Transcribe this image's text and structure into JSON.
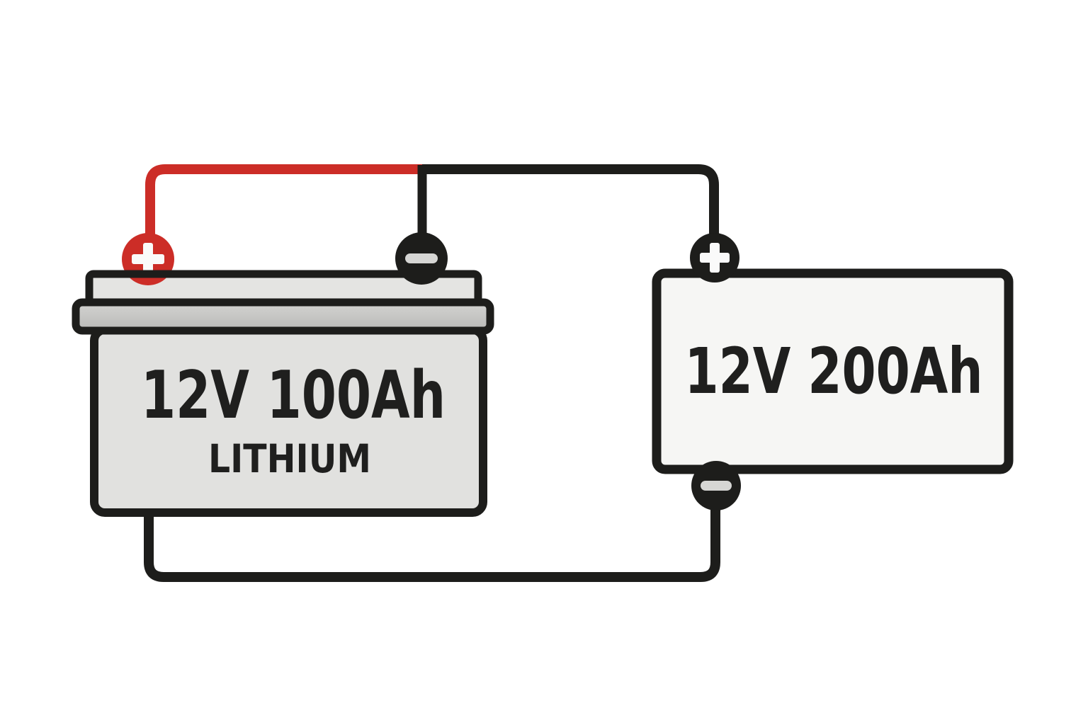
{
  "left_battery": {
    "capacity_label": "12V 100Ah",
    "chemistry_label": "LITHIUM",
    "positive_symbol": "+",
    "negative_symbol": "−"
  },
  "right_battery": {
    "capacity_label": "12V 200Ah",
    "positive_symbol": "+",
    "negative_symbol": "−"
  },
  "colors": {
    "background": "#ffffff",
    "wire_red": "#cc2d27",
    "wire_black": "#1d1d1b",
    "outline_black": "#1d1d1b",
    "terminal_red": "#cc2d27",
    "terminal_black": "#1d1d1b",
    "lid_fill": "#e4e4e2",
    "flange_fill_top": "#d3d3d1",
    "flange_fill_bottom": "#b9b9b7",
    "body_fill": "#e1e1df",
    "right_box_fill": "#f6f6f4",
    "plus_glyph_white": "#fafafa",
    "minus_bar_gray": "#d6d6d4",
    "text_dark": "#1f1f1e"
  }
}
